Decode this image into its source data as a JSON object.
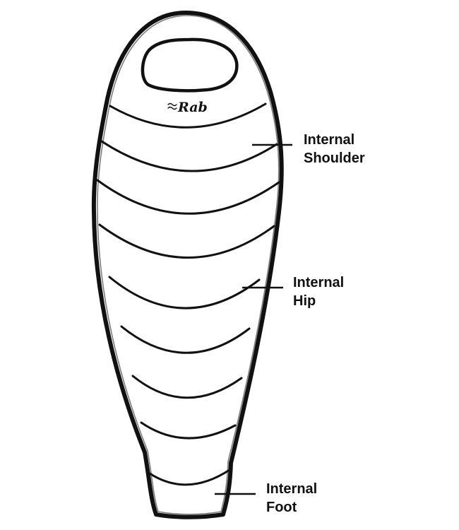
{
  "logo": {
    "text": "Rab"
  },
  "labels": [
    {
      "id": "shoulder",
      "lines": [
        "Internal",
        "Shoulder"
      ]
    },
    {
      "id": "hip",
      "lines": [
        "Internal",
        "Hip"
      ]
    },
    {
      "id": "foot",
      "lines": [
        "Internal",
        "Foot"
      ]
    }
  ],
  "colors": {
    "line": "#111111",
    "background": "#ffffff"
  }
}
